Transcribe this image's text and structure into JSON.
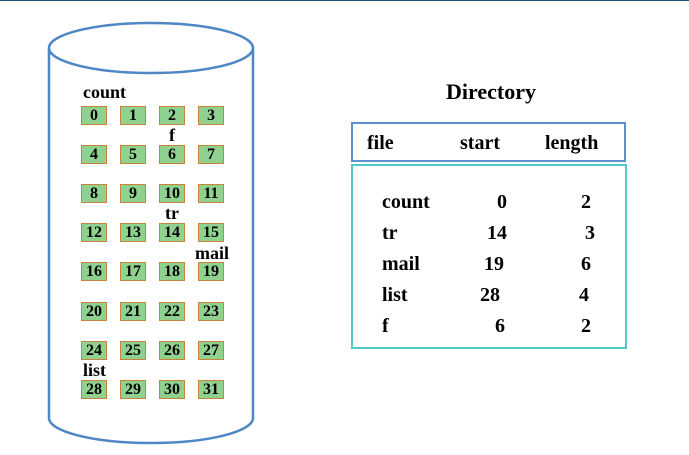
{
  "disk": {
    "blocks": [
      "0",
      "1",
      "2",
      "3",
      "4",
      "5",
      "6",
      "7",
      "8",
      "9",
      "10",
      "11",
      "12",
      "13",
      "14",
      "15",
      "16",
      "17",
      "18",
      "19",
      "20",
      "21",
      "22",
      "23",
      "24",
      "25",
      "26",
      "27",
      "28",
      "29",
      "30",
      "31"
    ],
    "labels": {
      "count": "count",
      "f": "f",
      "tr": "tr",
      "mail": "mail",
      "list": "list"
    }
  },
  "directory": {
    "title": "Directory",
    "headers": {
      "file": "file",
      "start": "start",
      "length": "length"
    },
    "rows": [
      {
        "file": "count",
        "start": "0",
        "length": "2"
      },
      {
        "file": "tr",
        "start": "14",
        "length": "3"
      },
      {
        "file": "mail",
        "start": "19",
        "length": "6"
      },
      {
        "file": "list",
        "start": "28",
        "length": "4"
      },
      {
        "file": "f",
        "start": "6",
        "length": "2"
      }
    ]
  },
  "colors": {
    "cylinder_stroke": "#4f86c6",
    "block_fill": "#8fd18f",
    "block_border": "#c9843a",
    "header_border": "#5b8fd0",
    "body_border": "#4ec9c9"
  }
}
